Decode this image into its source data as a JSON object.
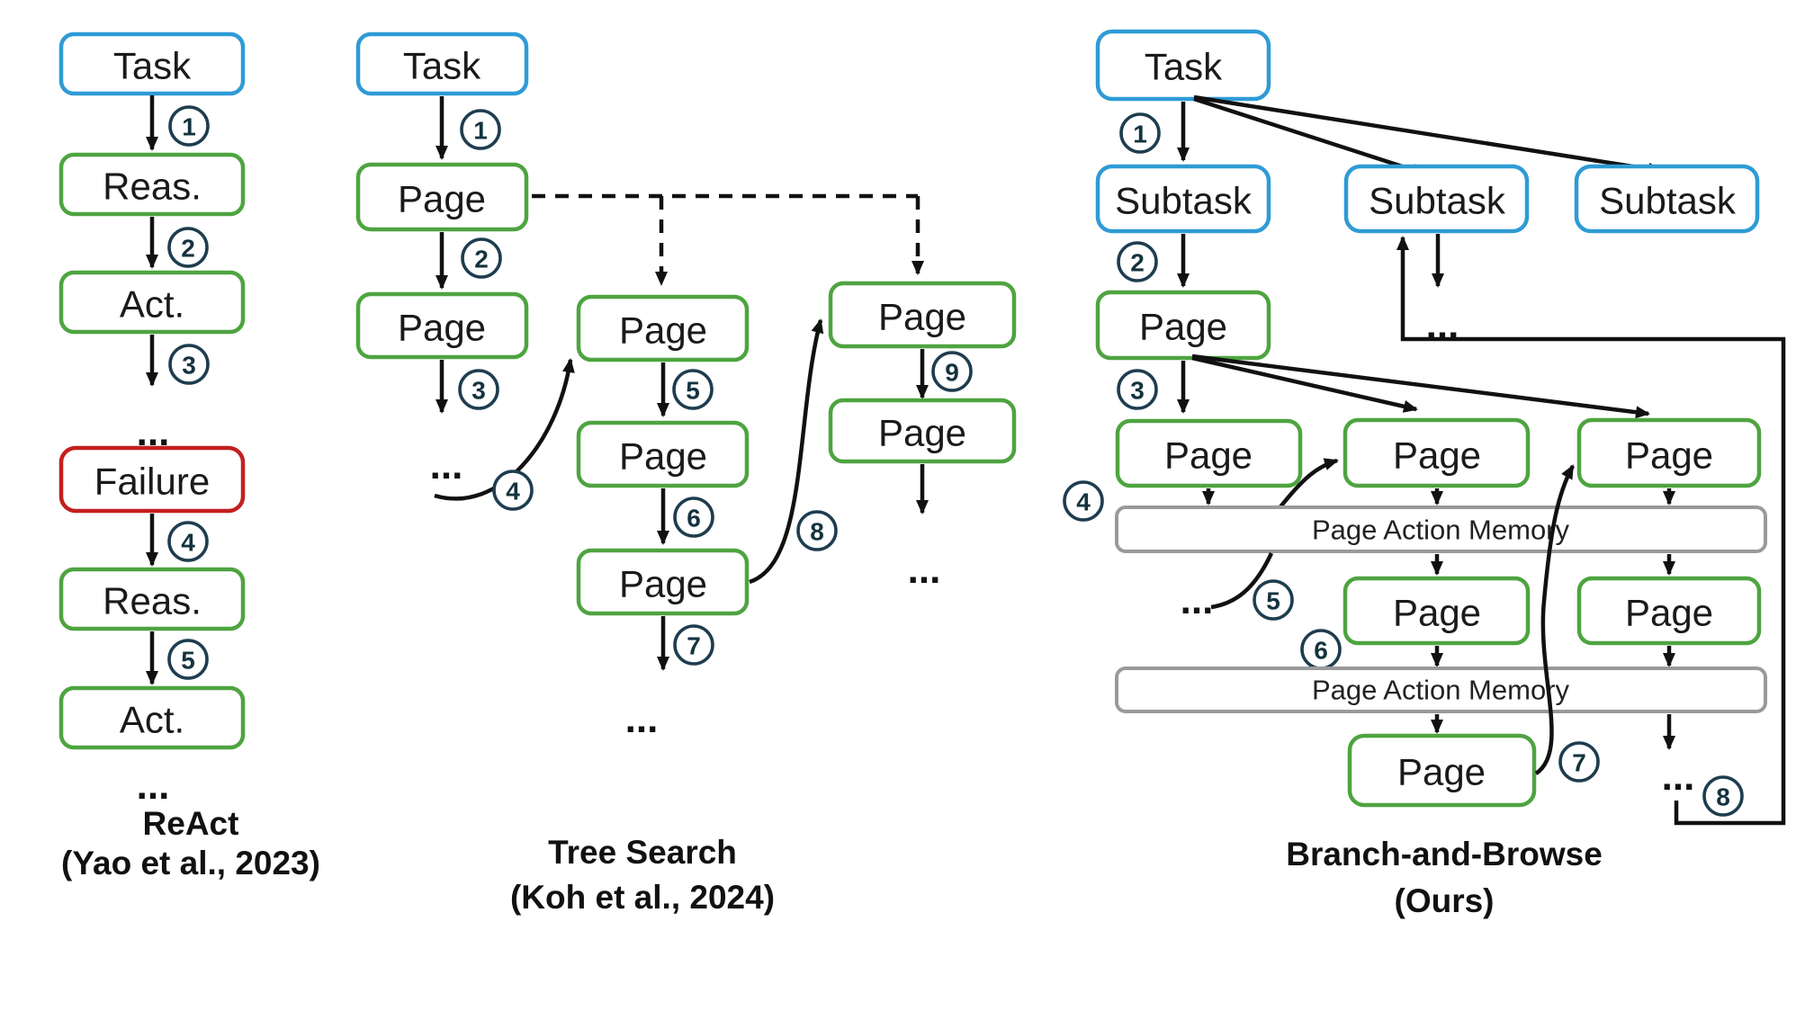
{
  "figure": {
    "colors": {
      "task_border": "#2E9BD5",
      "page_border": "#4EA440",
      "failure_border": "#C3201F",
      "memory_border": "#9A9A9A",
      "step_circle": "#1E3D4F",
      "arrow": "#111111"
    },
    "panels": {
      "react": {
        "title": "ReAct",
        "subtitle": "(Yao et al., 2023)",
        "nodes": {
          "task": "Task",
          "reas1": "Reas.",
          "act1": "Act.",
          "failure": "Failure",
          "reas2": "Reas.",
          "act2": "Act."
        },
        "steps": {
          "1": "1",
          "2": "2",
          "3": "3",
          "4": "4",
          "5": "5"
        },
        "ellipsis": "..."
      },
      "tree": {
        "title": "Tree Search",
        "subtitle": "(Koh et al., 2024)",
        "nodes": {
          "task": "Task",
          "page1": "Page",
          "page2": "Page",
          "page_a1": "Page",
          "page_a2": "Page",
          "page_a3": "Page",
          "page_b1": "Page",
          "page_b2": "Page"
        },
        "steps": {
          "1": "1",
          "2": "2",
          "3": "3",
          "4": "4",
          "5": "5",
          "6": "6",
          "7": "7",
          "8": "8",
          "9": "9"
        },
        "ellipsis": "..."
      },
      "bnb": {
        "title": "Branch-and-Browse",
        "subtitle": "(Ours)",
        "nodes": {
          "task": "Task",
          "subtask1": "Subtask",
          "subtask2": "Subtask",
          "subtask3": "Subtask",
          "page1": "Page",
          "page2a": "Page",
          "page2b": "Page",
          "page2c": "Page",
          "page3b": "Page",
          "page3c": "Page",
          "page4": "Page"
        },
        "memory1": "Page Action Memory",
        "memory2": "Page Action Memory",
        "steps": {
          "1": "1",
          "2": "2",
          "3": "3",
          "4": "4",
          "5": "5",
          "6": "6",
          "7": "7",
          "8": "8"
        },
        "ellipsis": "..."
      }
    }
  }
}
